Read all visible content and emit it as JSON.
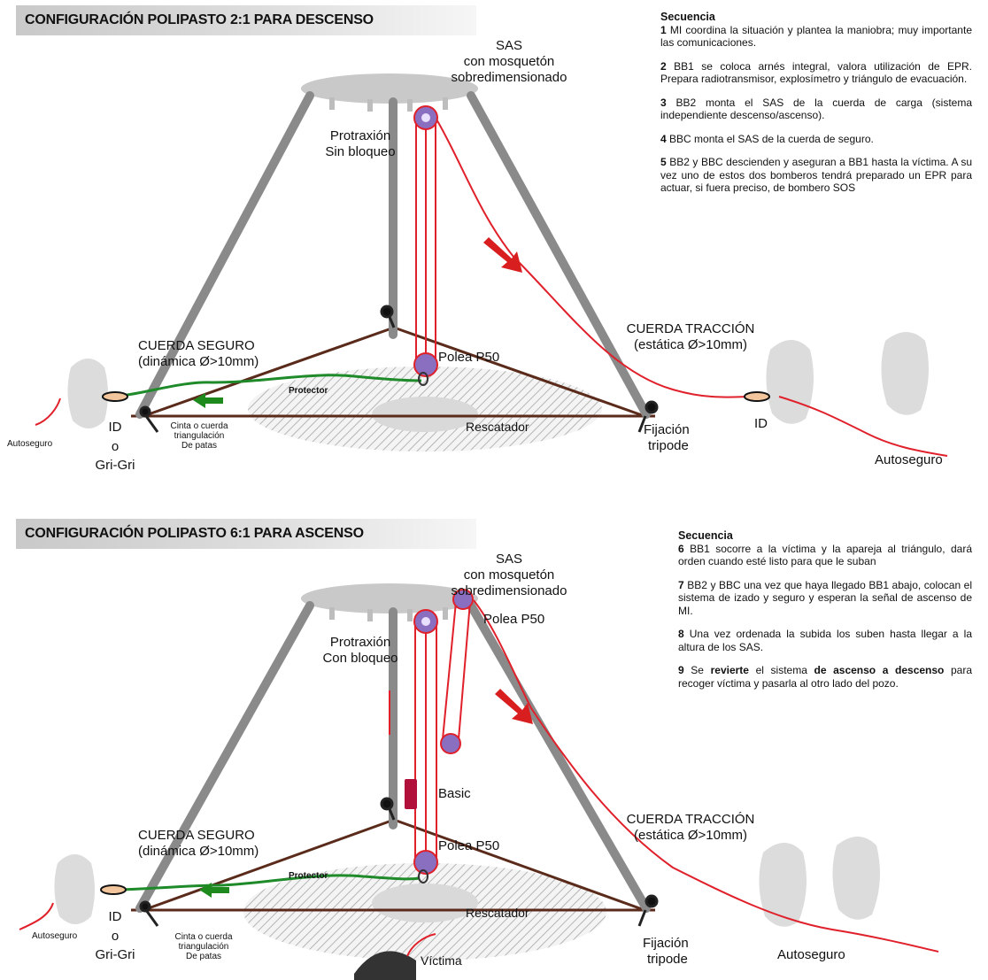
{
  "top": {
    "title": "CONFIGURACIÓN POLIPASTO 2:1 PARA DESCENSO",
    "labels": {
      "sas": "SAS",
      "sas_sub1": "con mosquetón",
      "sas_sub2": "sobredimensionado",
      "protraxion": "Protraxión",
      "protraxion_sub": "Sin bloqueo",
      "cuerda_seguro": "CUERDA SEGURO",
      "cuerda_seguro_sub": "(dinámica Ø>10mm)",
      "polea": "Polea P50",
      "cuerda_traccion": "CUERDA TRACCIÓN",
      "cuerda_traccion_sub": "(estática Ø>10mm)",
      "protector": "Protector",
      "rescatador": "Rescatador",
      "cinta1": "Cinta o cuerda",
      "cinta2": "triangulación",
      "cinta3": "De patas",
      "id_left": "ID",
      "o": "o",
      "gri_gri": "Gri-Gri",
      "autoseguro_left": "Autoseguro",
      "fijacion": "Fijación",
      "tripode": "tripode",
      "id_right": "ID",
      "autoseguro_right": "Autoseguro"
    },
    "sequence": {
      "title": "Secuencia",
      "steps": [
        {
          "num": "1",
          "text": "MI coordina la situación y plantea la maniobra; muy importante las comunicaciones."
        },
        {
          "num": "2",
          "text": "BB1 se coloca arnés integral, valora utilización de EPR. Prepara radiotransmisor, explosímetro y triángulo de evacuación."
        },
        {
          "num": "3",
          "text": "BB2 monta el SAS de la cuerda de carga (sistema independiente descenso/ascenso)."
        },
        {
          "num": "4",
          "text": "BBC monta el SAS de la cuerda de seguro."
        },
        {
          "num": "5",
          "text": "BB2 y BBC descienden y aseguran a BB1 hasta la víctima. A su vez uno de estos dos bomberos tendrá preparado un EPR para actuar, si fuera preciso, de bombero SOS"
        }
      ]
    }
  },
  "bottom": {
    "title": "CONFIGURACIÓN POLIPASTO 6:1 PARA ASCENSO",
    "labels": {
      "sas": "SAS",
      "sas_sub1": "con mosquetón",
      "sas_sub2": "sobredimensionado",
      "polea_top": "Polea P50",
      "protraxion": "Protraxión",
      "protraxion_sub": "Con bloqueo",
      "basic": "Basic",
      "cuerda_seguro": "CUERDA SEGURO",
      "cuerda_seguro_sub": "(dinámica Ø>10mm)",
      "polea": "Polea P50",
      "cuerda_traccion": "CUERDA TRACCIÓN",
      "cuerda_traccion_sub": "(estática Ø>10mm)",
      "protector": "Protector",
      "rescatador": "Rescatador",
      "victima": "Víctima",
      "cinta1": "Cinta o cuerda",
      "cinta2": "triangulación",
      "cinta3": "De patas",
      "id_left": "ID",
      "o": "o",
      "gri_gri": "Gri-Gri",
      "autoseguro_left": "Autoseguro",
      "fijacion": "Fijación",
      "tripode": "tripode",
      "autoseguro_right": "Autoseguro"
    },
    "sequence": {
      "title": "Secuencia",
      "step6": {
        "num": "6",
        "text": "BB1 socorre a la víctima y la apareja al triángulo, dará orden cuando esté listo para que le suban"
      },
      "step7": {
        "num": "7",
        "text": "BB2 y BBC una vez que haya llegado BB1 abajo, colocan el sistema de izado y seguro  y esperan la señal de ascenso de MI."
      },
      "step8": {
        "num": "8",
        "text": "Una vez ordenada la subida los suben hasta llegar a la altura de los SAS."
      },
      "step9": {
        "num": "9",
        "pre": "Se ",
        "b1": "revierte",
        "mid": " el sistema ",
        "b2": "de ascenso a descenso",
        "post": " para recoger víctima y pasarla al otro lado del pozo."
      }
    }
  },
  "colors": {
    "rope_red": "#e0202a",
    "rope_green": "#1f8a2a",
    "leg_gray": "#8a8a8a",
    "plate_gray": "#c8c8c8",
    "strap_brown": "#5a2a1a",
    "pulley_purple": "#8a6fc0",
    "arrow_red": "#d81e1e",
    "arrow_green": "#1e8a1e",
    "basic_crimson": "#b0103a"
  }
}
